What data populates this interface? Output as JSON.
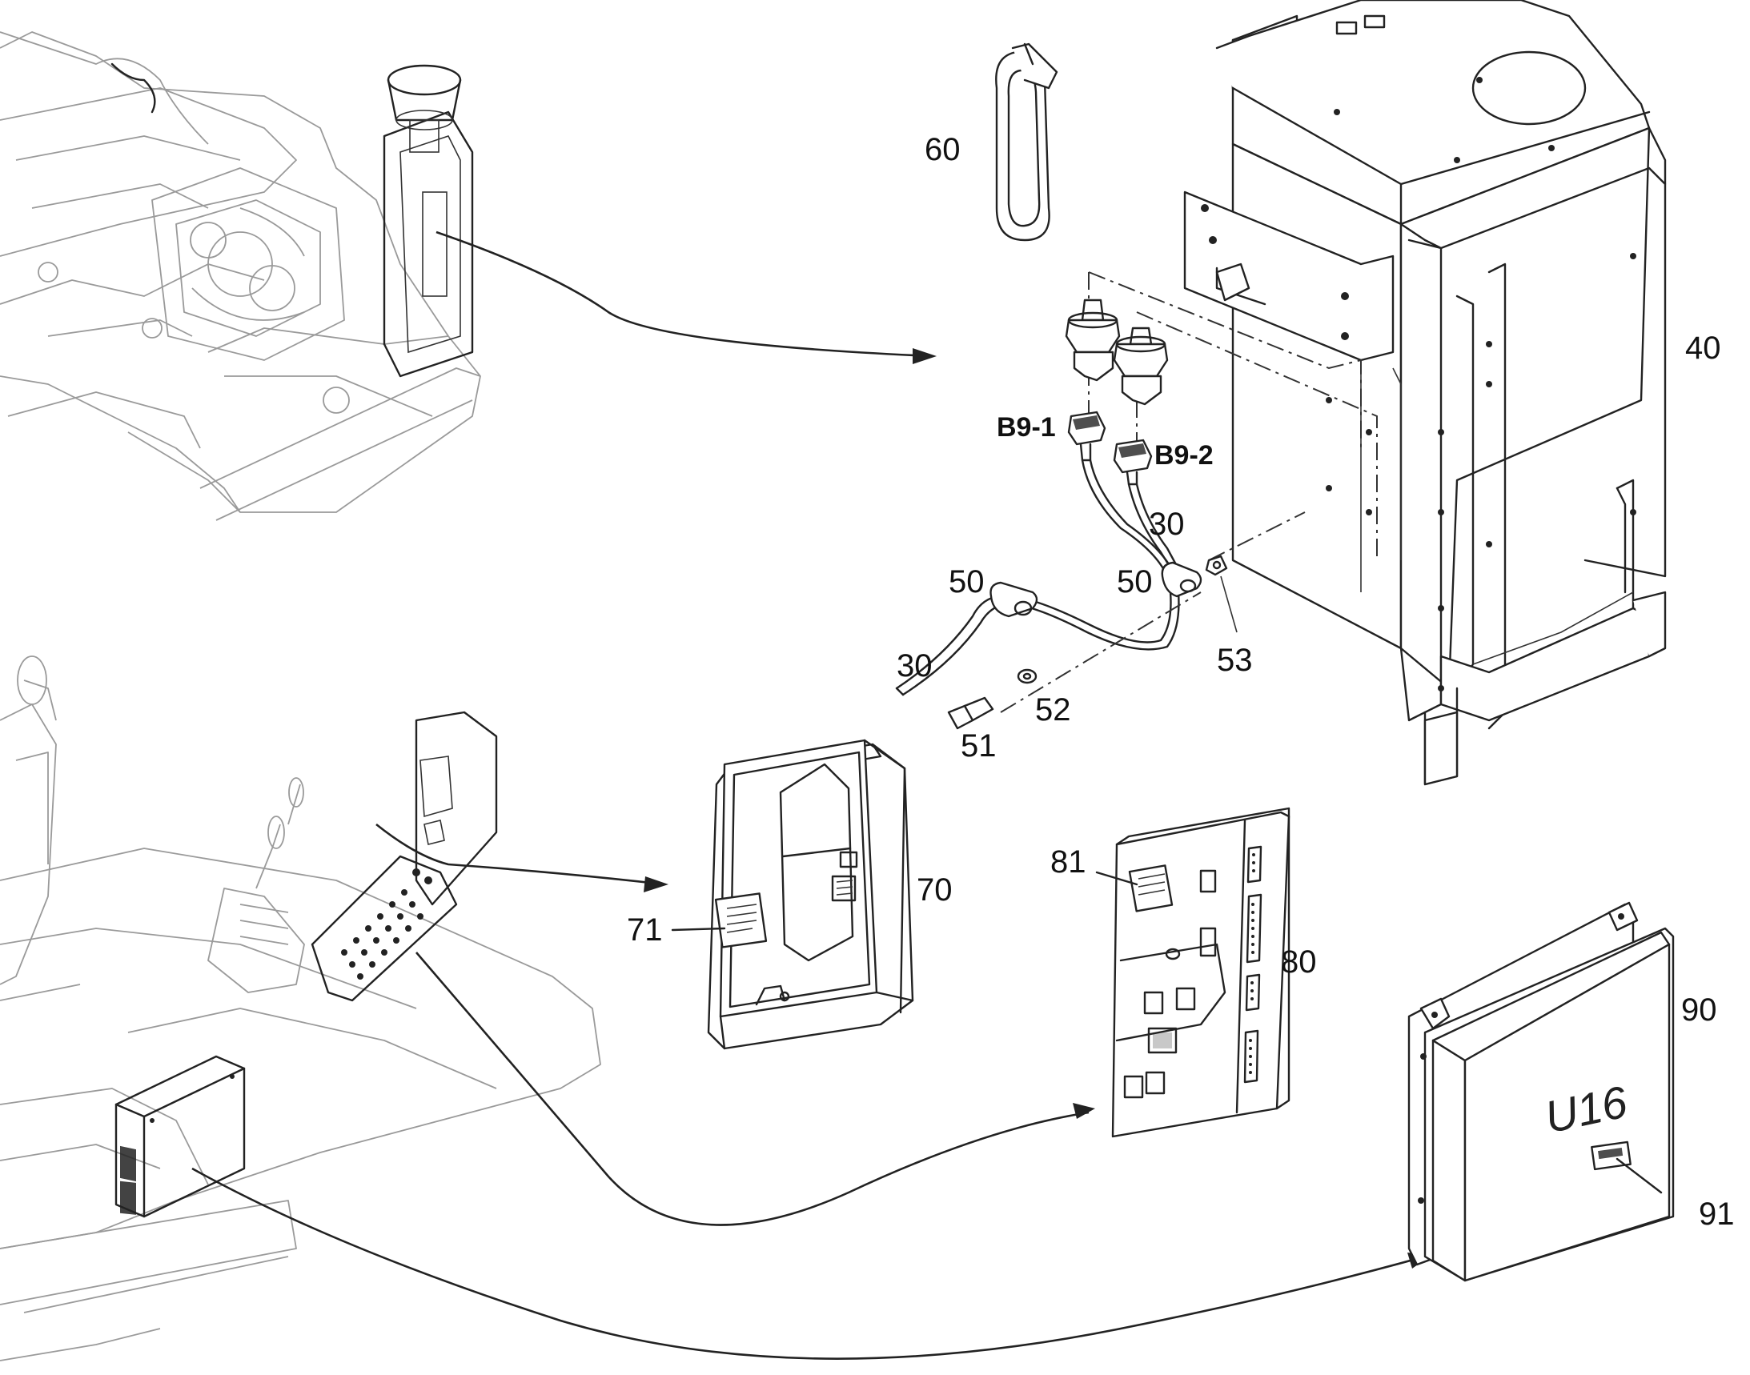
{
  "callouts": {
    "p40": "40",
    "p60": "60",
    "p30a": "30",
    "p30b": "30",
    "p50a": "50",
    "p50b": "50",
    "p51": "51",
    "p52": "52",
    "p53": "53",
    "p70": "70",
    "p71": "71",
    "p80": "80",
    "p81": "81",
    "p90": "90",
    "p91": "91"
  },
  "connectors": {
    "b9_1": "B9-1",
    "b9_2": "B9-2"
  },
  "module_marking": "U16"
}
